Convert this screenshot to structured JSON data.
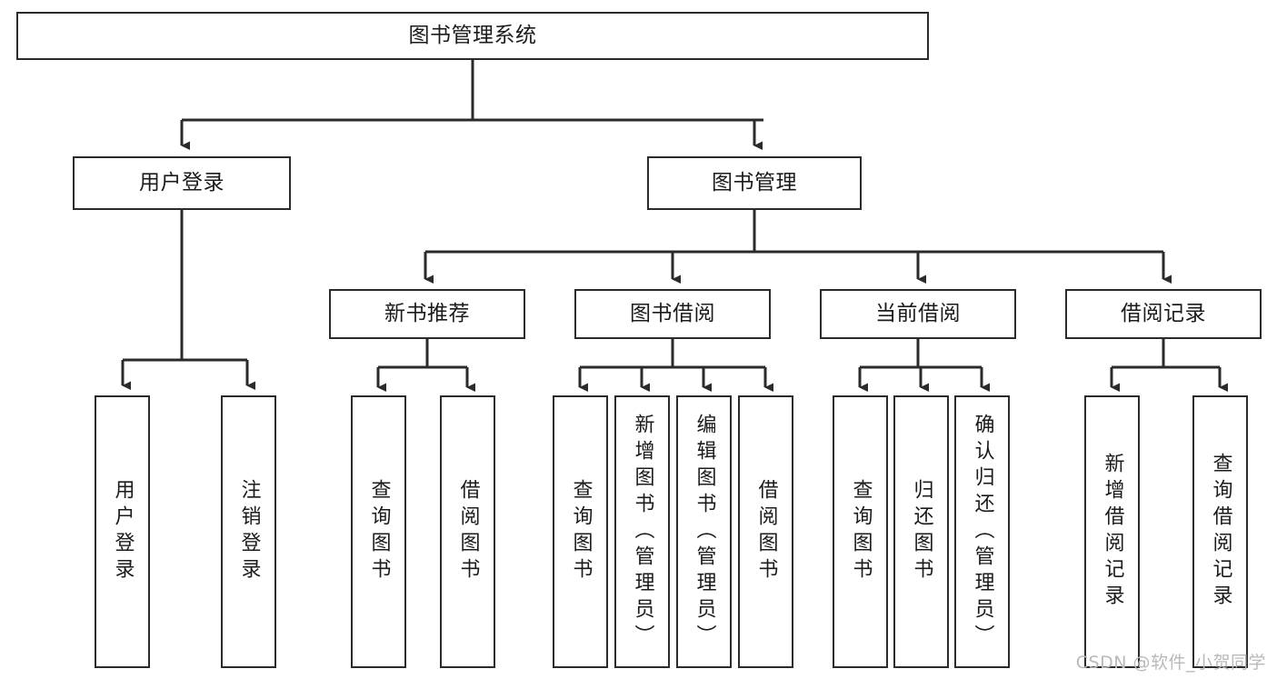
{
  "diagram": {
    "title": "图书管理系统",
    "type": "tree-hierarchy-chart",
    "colors": {
      "box_border": "#2b2b2b",
      "box_fill": "#ffffff",
      "edge": "#2b2b2b",
      "text": "#1b1b1b",
      "watermark": "#b9b9b9"
    },
    "root": {
      "label": "图书管理系统"
    },
    "level2": [
      {
        "label": "用户登录"
      },
      {
        "label": "图书管理"
      }
    ],
    "level3": [
      {
        "label": "新书推荐"
      },
      {
        "label": "图书借阅"
      },
      {
        "label": "当前借阅"
      },
      {
        "label": "借阅记录"
      }
    ],
    "leaves": [
      {
        "label": "用户登录",
        "parent": "用户登录"
      },
      {
        "label": "注销登录",
        "parent": "用户登录"
      },
      {
        "label": "查询图书",
        "parent": "新书推荐"
      },
      {
        "label": "借阅图书",
        "parent": "新书推荐"
      },
      {
        "label": "查询图书",
        "parent": "图书借阅"
      },
      {
        "label": "新增图书（管理员）",
        "parent": "图书借阅"
      },
      {
        "label": "编辑图书（管理员）",
        "parent": "图书借阅"
      },
      {
        "label": "借阅图书",
        "parent": "图书借阅"
      },
      {
        "label": "查询图书",
        "parent": "当前借阅"
      },
      {
        "label": "归还图书",
        "parent": "当前借阅"
      },
      {
        "label": "确认归还（管理员）",
        "parent": "当前借阅"
      },
      {
        "label": "新增借阅记录",
        "parent": "借阅记录"
      },
      {
        "label": "查询借阅记录",
        "parent": "借阅记录"
      }
    ]
  },
  "watermark": {
    "text": "CSDN @软件_小贺同学"
  }
}
